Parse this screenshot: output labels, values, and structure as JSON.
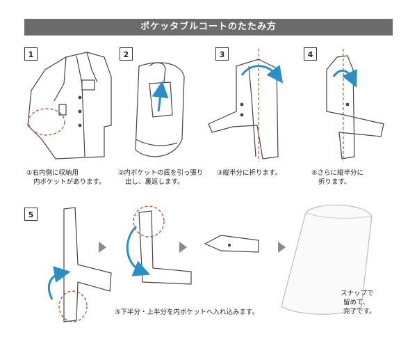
{
  "title": "ポケッタブルコートのたたみ方",
  "steps": [
    {
      "num": "1",
      "lines": [
        "①右内側に収納用",
        "内ポケットがあります。"
      ]
    },
    {
      "num": "2",
      "lines": [
        "②内ポケットの底を引っ張り",
        "出し、裏返します。"
      ]
    },
    {
      "num": "3",
      "lines": [
        "③縦半分に折ります。"
      ]
    },
    {
      "num": "4",
      "lines": [
        "④さらに縦半分に",
        "折ります。"
      ]
    },
    {
      "num": "5",
      "lines": [
        "⑤下半分・上半分を内ポケットへ入れ込みます。"
      ]
    }
  ],
  "final_note": [
    "スナップで",
    "留めて、",
    "完了です。"
  ],
  "colors": {
    "banner": "#6b6b6b",
    "arrow": "#2a8fc4",
    "circle": "#c0552b",
    "fold_line": "#c0552b"
  }
}
